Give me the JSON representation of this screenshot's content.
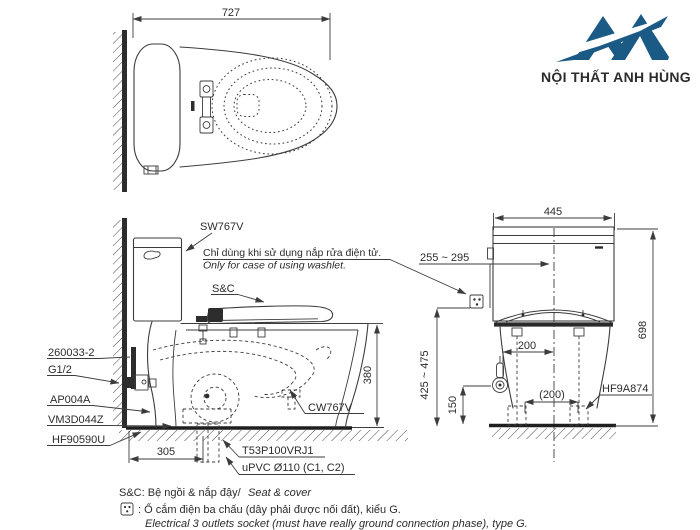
{
  "logo": {
    "text": "NỘI THẤT ANH HÙNG",
    "color": "#1a5a84"
  },
  "top_view": {
    "width_dim": "727"
  },
  "side_view": {
    "tank_label": "SW767V",
    "seat_label": "S&C",
    "bowl_label": "CW767V",
    "note_vi": "Chỉ dùng khi sử dụng nắp rửa điện tử.",
    "note_en": "Only for case of using washlet.",
    "parts": {
      "supply": "260033-2",
      "thread": "G1/2",
      "valve": "AP004A",
      "hose": "VM3D044Z",
      "flange": "HF90590U",
      "outlet_joint": "T53P100VRJ1",
      "drain_pipe": "uPVC Ø110 (C1, C2)"
    },
    "dims": {
      "rim_height": "380",
      "outlet_distance": "305"
    }
  },
  "rear_view": {
    "part_foot": "HF9A874",
    "dims": {
      "width": "445",
      "height": "698",
      "socket_offset": "255 ~ 295",
      "socket_height": "425 ~ 475",
      "plug_offset": "200",
      "bolt_span": "(200)",
      "plug_height": "150"
    }
  },
  "footnotes": {
    "seat_normal": "S&C: Bệ ngồi & nắp đậy/ ",
    "seat_italic": "Seat & cover",
    "socket_vi": ": Ổ cắm điện ba chấu (dây phải được nối đất), kiểu G.",
    "socket_en": "Electrical 3 outlets socket (must have really ground connection phase), type G."
  }
}
